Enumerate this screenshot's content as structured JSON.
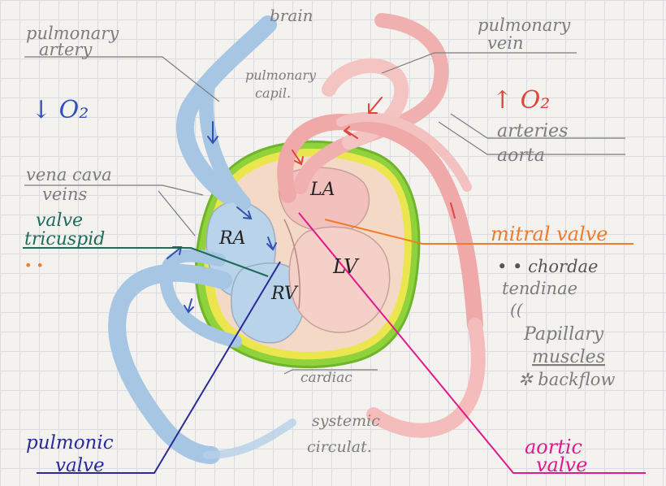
{
  "labels": {
    "brain": "brain",
    "pulmonary_artery_1": "pulmonary",
    "pulmonary_artery_2": "artery",
    "pulmonary_capil_1": "pulmonary",
    "pulmonary_capil_2": "capil.",
    "pulmonary_vein_1": "pulmonary",
    "pulmonary_vein_2": "vein",
    "low_o2": "↓ O₂",
    "high_o2": "↑ O₂",
    "arteries": "arteries",
    "aorta": "aorta",
    "vena_cava": "vena cava",
    "veins": "veins",
    "valve": "valve",
    "tricuspid": "tricuspid",
    "tricuspid_dots": "• •",
    "mitral_valve": "mitral valve",
    "chordae_1": "• • chordae",
    "chordae_2": "tendinae",
    "quote_mark": "((",
    "papillary": "Papillary",
    "muscles": "muscles",
    "backflow": "✲ backflow",
    "cardiac": "cardiac",
    "systemic_1": "systemic",
    "systemic_2": "circulat.",
    "pulmonic_1": "pulmonic",
    "pulmonic_2": "valve",
    "aortic_1": "aortic",
    "aortic_2": "valve",
    "ra": "RA",
    "rv": "RV",
    "la": "LA",
    "lv": "LV"
  },
  "colors": {
    "deoxygenated": "#a9c9e6",
    "deoxygenated_arrow": "#3350b5",
    "oxygenated": "#f0b4b4",
    "oxygenated_arrow": "#e0443a",
    "pericardium_yellow": "#e6e24a",
    "pericardium_green": "#86cf3a",
    "tricuspid_line": "#1f6b5a",
    "mitral_line": "#f07b2a",
    "pulmonic_line": "#2a2a9a",
    "aortic_line": "#e0198c",
    "pencil": "#7c7c7c",
    "ink": "#222222"
  }
}
